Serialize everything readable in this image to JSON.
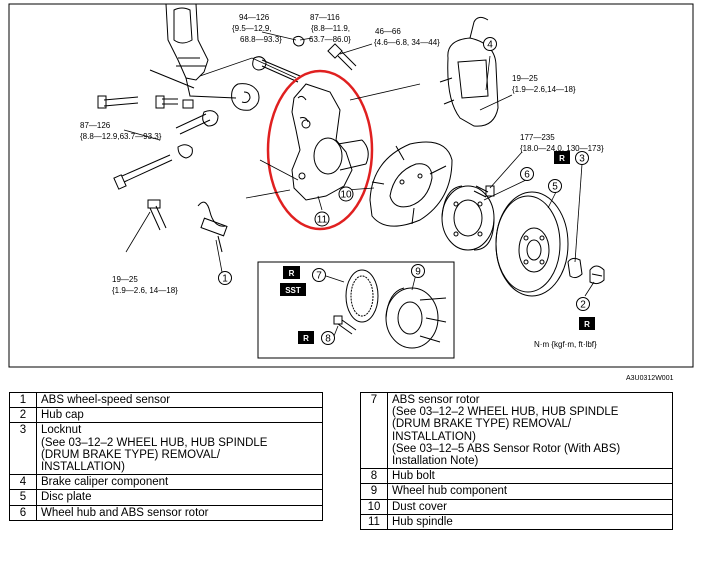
{
  "figure": {
    "code": "A3U0312W001",
    "unit_legend": "N·m {kgf·m, ft·lbf}",
    "torques": [
      {
        "main": "94—126",
        "sub": "{9.5—12.9,",
        "sub2": "68.8—93.3}"
      },
      {
        "main": "87—116",
        "sub": "{8.8—11.9,",
        "sub2": "63.7—86.0}"
      },
      {
        "main": "46—66",
        "sub": "{4.6—6.8, 34—44}"
      },
      {
        "main": "19—25",
        "sub": "{1.9—2.6,14—18}"
      },
      {
        "main": "177—235",
        "sub": "{18.0—24.0, 130—173}"
      },
      {
        "main": "87—126",
        "sub": "{8.8—12.9,63.7—93.3}"
      },
      {
        "main": "19—25",
        "sub": "{1.9—2.6, 14—18}"
      }
    ],
    "callouts": [
      "1",
      "2",
      "3",
      "4",
      "5",
      "6",
      "7",
      "8",
      "9",
      "10",
      "11"
    ],
    "badges": {
      "replace": "R",
      "sst": "SST"
    }
  },
  "parts_left": [
    {
      "no": "1",
      "name": "ABS wheel-speed sensor"
    },
    {
      "no": "2",
      "name": "Hub cap"
    },
    {
      "no": "3",
      "name": "Locknut\n(See 03–12–2 WHEEL HUB, HUB SPINDLE\n(DRUM BRAKE TYPE) REMOVAL/\nINSTALLATION)"
    },
    {
      "no": "4",
      "name": "Brake caliper component"
    },
    {
      "no": "5",
      "name": "Disc plate"
    },
    {
      "no": "6",
      "name": "Wheel hub and ABS sensor rotor"
    }
  ],
  "parts_right": [
    {
      "no": "7",
      "name": "ABS sensor rotor\n(See 03–12–2 WHEEL HUB, HUB SPINDLE\n(DRUM BRAKE TYPE) REMOVAL/\nINSTALLATION)\n(See 03–12–5 ABS Sensor Rotor (With ABS)\nInstallation Note)"
    },
    {
      "no": "8",
      "name": "Hub bolt"
    },
    {
      "no": "9",
      "name": "Wheel hub component"
    },
    {
      "no": "10",
      "name": "Dust cover"
    },
    {
      "no": "11",
      "name": "Hub spindle"
    }
  ]
}
